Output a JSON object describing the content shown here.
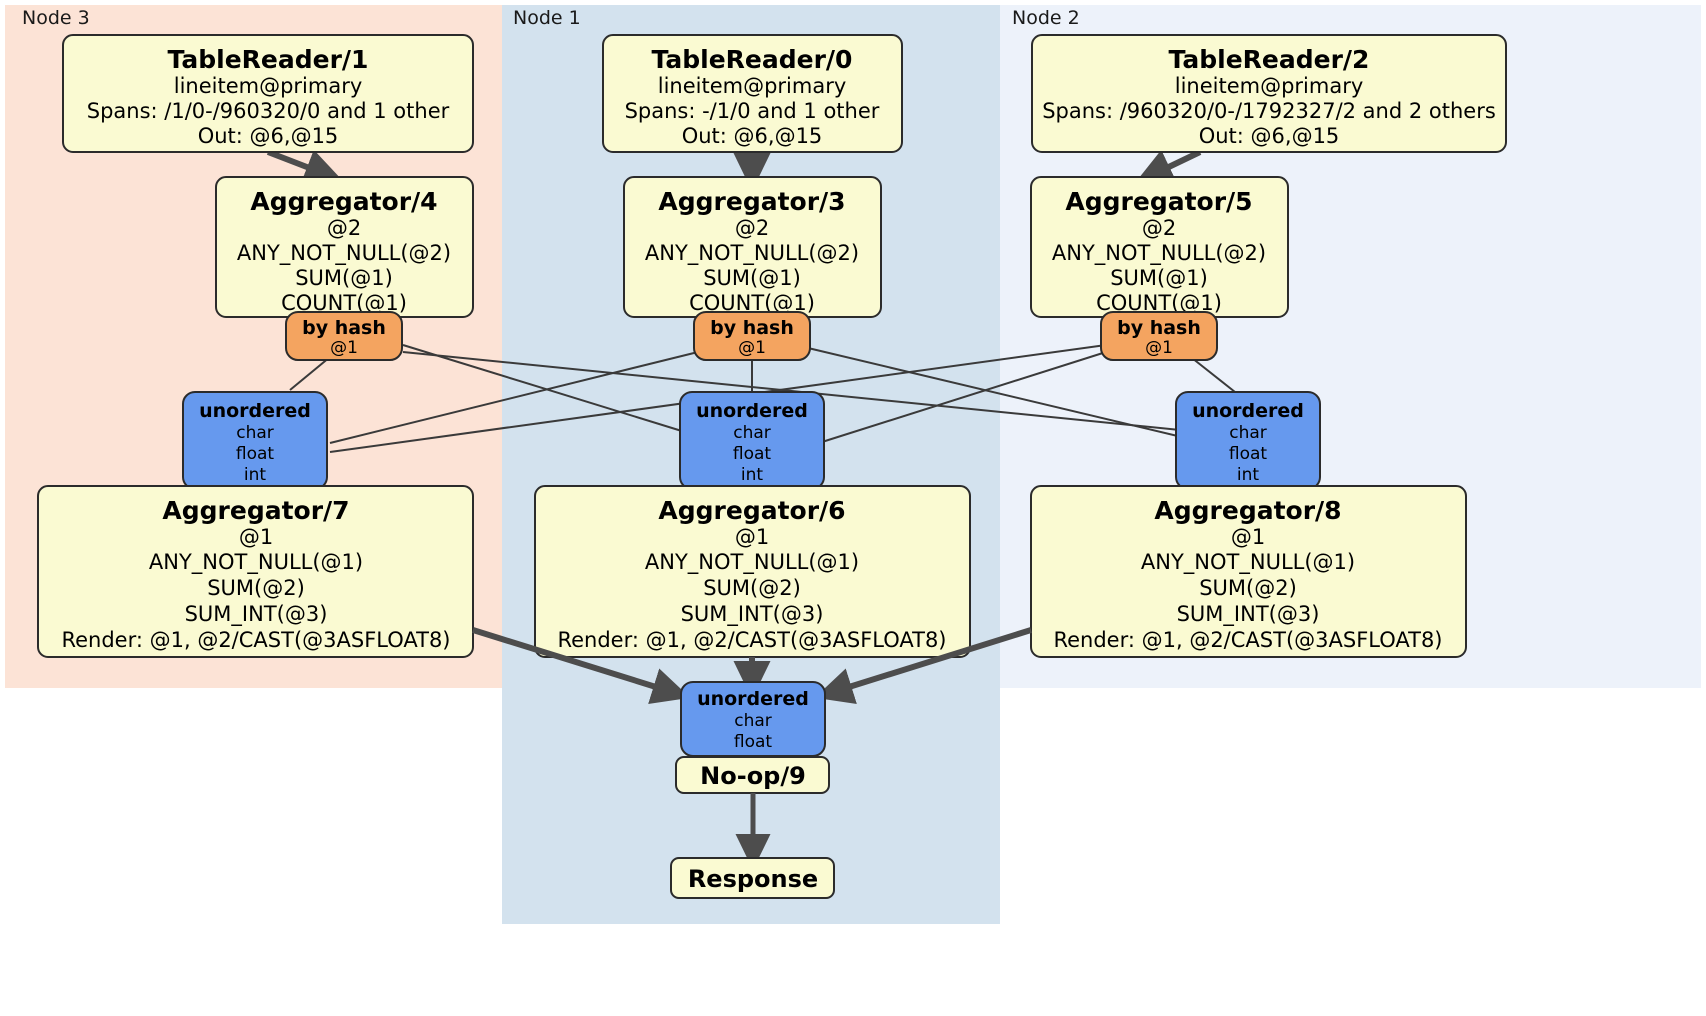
{
  "panels": [
    {
      "label": "Node 3",
      "color": "#fce3d6"
    },
    {
      "label": "Node 1",
      "color": "#d3e2ee"
    },
    {
      "label": "Node 2",
      "color": "#edf2fa"
    }
  ],
  "readers": [
    {
      "title": "TableReader/1",
      "table": "lineitem@primary",
      "spans": "Spans: /1/0-/960320/0 and 1 other",
      "out": "Out: @6,@15"
    },
    {
      "title": "TableReader/0",
      "table": "lineitem@primary",
      "spans": "Spans: -/1/0 and 1 other",
      "out": "Out: @6,@15"
    },
    {
      "title": "TableReader/2",
      "table": "lineitem@primary",
      "spans": "Spans: /960320/0-/1792327/2 and 2 others",
      "out": "Out: @6,@15"
    }
  ],
  "aggregators_top": [
    {
      "title": "Aggregator/4",
      "group": "@2",
      "agg1": "ANY_NOT_NULL(@2)",
      "agg2": "SUM(@1)",
      "agg3": "COUNT(@1)"
    },
    {
      "title": "Aggregator/3",
      "group": "@2",
      "agg1": "ANY_NOT_NULL(@2)",
      "agg2": "SUM(@1)",
      "agg3": "COUNT(@1)"
    },
    {
      "title": "Aggregator/5",
      "group": "@2",
      "agg1": "ANY_NOT_NULL(@2)",
      "agg2": "SUM(@1)",
      "agg3": "COUNT(@1)"
    }
  ],
  "hash_routers": [
    {
      "title": "by hash",
      "column": "@1"
    },
    {
      "title": "by hash",
      "column": "@1"
    },
    {
      "title": "by hash",
      "column": "@1"
    }
  ],
  "unordered_routers": [
    {
      "title": "unordered",
      "t1": "char",
      "t2": "float",
      "t3": "int"
    },
    {
      "title": "unordered",
      "t1": "char",
      "t2": "float",
      "t3": "int"
    },
    {
      "title": "unordered",
      "t1": "char",
      "t2": "float",
      "t3": "int"
    }
  ],
  "aggregators_bottom": [
    {
      "title": "Aggregator/7",
      "group": "@1",
      "agg1": "ANY_NOT_NULL(@1)",
      "agg2": "SUM(@2)",
      "agg3": "SUM_INT(@3)",
      "render": "Render: @1, @2/CAST(@3ASFLOAT8)"
    },
    {
      "title": "Aggregator/6",
      "group": "@1",
      "agg1": "ANY_NOT_NULL(@1)",
      "agg2": "SUM(@2)",
      "agg3": "SUM_INT(@3)",
      "render": "Render: @1, @2/CAST(@3ASFLOAT8)"
    },
    {
      "title": "Aggregator/8",
      "group": "@1",
      "agg1": "ANY_NOT_NULL(@1)",
      "agg2": "SUM(@2)",
      "agg3": "SUM_INT(@3)",
      "render": "Render: @1, @2/CAST(@3ASFLOAT8)"
    }
  ],
  "final_unordered": {
    "title": "unordered",
    "t1": "char",
    "t2": "float"
  },
  "noop": {
    "title": "No-op/9"
  },
  "response": {
    "title": "Response"
  },
  "colors": {
    "processor_fill": "#fafad2",
    "hash_fill": "#f4a460",
    "unordered_fill": "#6699ee",
    "edge": "#4d4d4d",
    "node3_bg": "#fce3d6",
    "node1_bg": "#d3e2ee",
    "node2_bg": "#edf2fa"
  }
}
